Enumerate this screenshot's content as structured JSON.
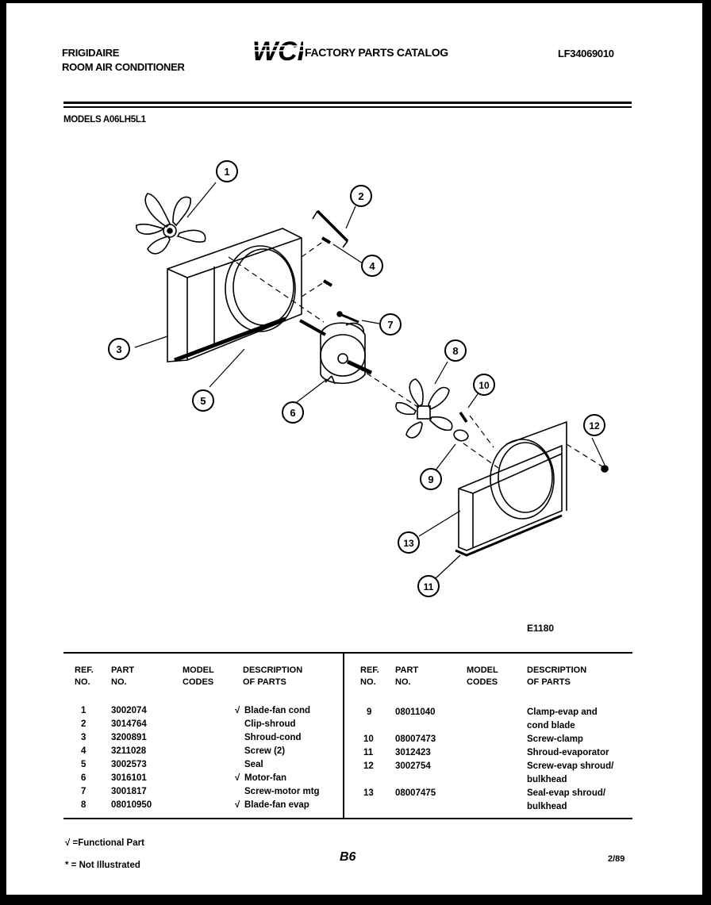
{
  "header": {
    "brand": "FRIGIDAIRE",
    "product": "ROOM AIR CONDITIONER",
    "logo_text": "WCI",
    "catalog_title": "FACTORY PARTS CATALOG",
    "catalog_number": "LF34069010"
  },
  "models_label": "MODELS A06LH5L1",
  "diagram": {
    "code": "E1180",
    "callouts": [
      "1",
      "2",
      "3",
      "4",
      "5",
      "6",
      "7",
      "8",
      "9",
      "10",
      "11",
      "12",
      "13"
    ]
  },
  "table": {
    "headers": {
      "ref_no": "REF.\nNO.",
      "part_no": "PART\nNO.",
      "model_codes": "MODEL\nCODES",
      "description": "DESCRIPTION\nOF PARTS"
    },
    "left_rows": [
      {
        "ref": "1",
        "part": "3002074",
        "mark": "√",
        "desc": "Blade-fan cond"
      },
      {
        "ref": "2",
        "part": "3014764",
        "mark": "",
        "desc": "Clip-shroud"
      },
      {
        "ref": "3",
        "part": "3200891",
        "mark": "",
        "desc": "Shroud-cond"
      },
      {
        "ref": "4",
        "part": "3211028",
        "mark": "",
        "desc": "Screw (2)"
      },
      {
        "ref": "5",
        "part": "3002573",
        "mark": "",
        "desc": "Seal"
      },
      {
        "ref": "6",
        "part": "3016101",
        "mark": "√",
        "desc": "Motor-fan"
      },
      {
        "ref": "7",
        "part": "3001817",
        "mark": "",
        "desc": "Screw-motor mtg"
      },
      {
        "ref": "8",
        "part": "08010950",
        "mark": "√",
        "desc": "Blade-fan evap"
      }
    ],
    "right_rows": [
      {
        "ref": "9",
        "part": "08011040",
        "desc": "Clamp-evap and\ncond blade"
      },
      {
        "ref": "10",
        "part": "08007473",
        "desc": "Screw-clamp"
      },
      {
        "ref": "11",
        "part": "3012423",
        "desc": "Shroud-evaporator"
      },
      {
        "ref": "12",
        "part": "3002754",
        "desc": "Screw-evap shroud/\nbulkhead"
      },
      {
        "ref": "13",
        "part": "08007475",
        "desc": "Seal-evap shroud/\nbulkhead"
      }
    ]
  },
  "legend": {
    "functional": "√ =Functional Part",
    "not_illustrated": "* = Not Illustrated"
  },
  "page_number": "B6",
  "date_code": "2/89"
}
